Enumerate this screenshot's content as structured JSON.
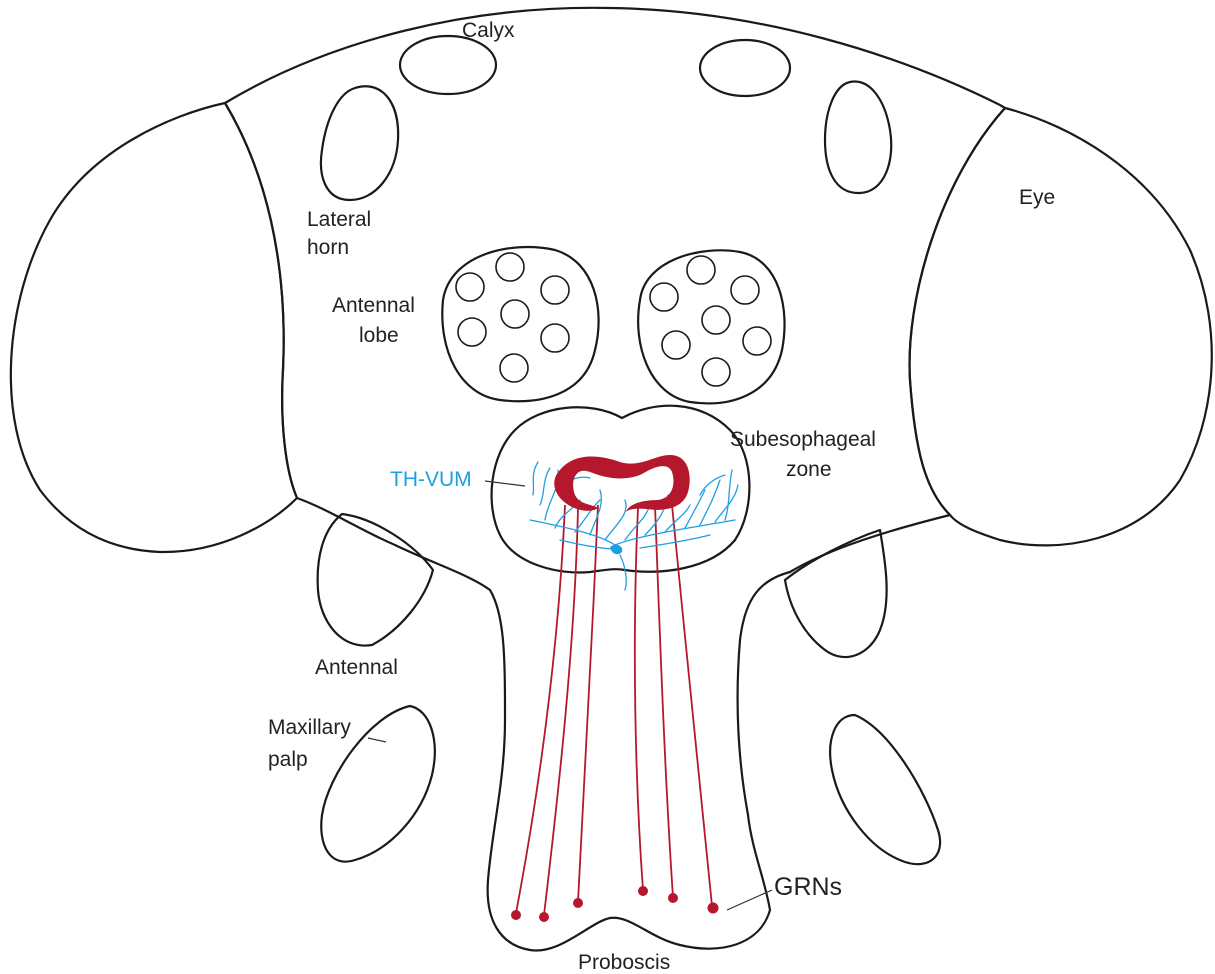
{
  "labels": {
    "calyx": "Calyx",
    "lateral_horn_1": "Lateral",
    "lateral_horn_2": "horn",
    "antennal_lobe_1": "Antennal",
    "antennal_lobe_2": "lobe",
    "eye": "Eye",
    "subesophageal_1": "Subesophageal",
    "subesophageal_2": "zone",
    "th_vum": "TH-VUM",
    "antennal": "Antennal",
    "maxillary_1": "Maxillary",
    "maxillary_2": "palp",
    "grns": "GRNs",
    "proboscis": "Proboscis"
  },
  "colors": {
    "outline": "#1a1a1a",
    "th_vum_blue": "#1ea0e0",
    "grn_red": "#b5182d",
    "background": "#ffffff"
  }
}
